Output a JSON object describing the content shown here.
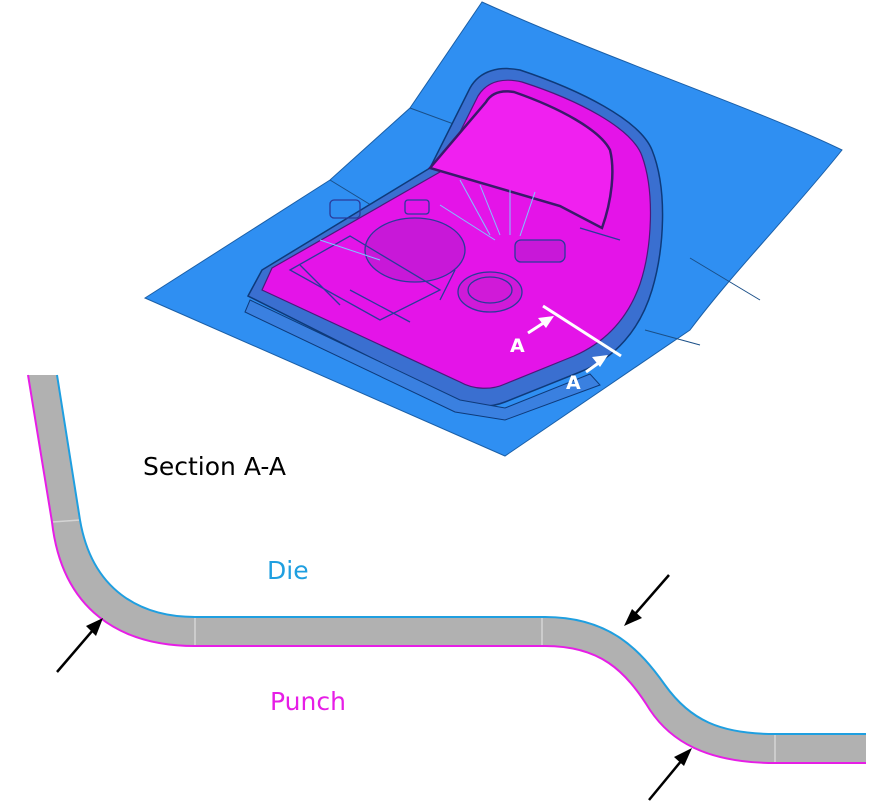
{
  "labels": {
    "section_title": "Section A-A",
    "die": "Die",
    "punch": "Punch",
    "cut_marker_1": "A",
    "cut_marker_2": "A"
  },
  "colors": {
    "die": "#1f9fe0",
    "punch": "#e61ee6",
    "binder": "#2f8ff2",
    "part": "#e414e8",
    "sheet": "#b1b1b1",
    "arrow": "#000000",
    "section_line": "#ffffff"
  }
}
